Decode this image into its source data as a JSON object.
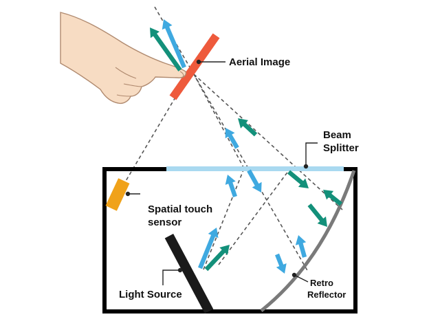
{
  "labels": {
    "aerial_image": "Aerial Image",
    "beam_splitter_line1": "Beam",
    "beam_splitter_line2": "Splitter",
    "spatial_touch_line1": "Spatial touch",
    "spatial_touch_line2": "sensor",
    "light_source": "Light Source",
    "retro_line1": "Retro",
    "retro_line2": "Reflector"
  },
  "colors": {
    "light_blue_arrow": "#3fa9e0",
    "green_arrow": "#13907a",
    "aerial_image": "#ee5a3c",
    "sensor": "#f0a21a",
    "beam_splitter": "#a9d9f0",
    "retro_reflector": "#7a7a7a",
    "light_source": "#1a1a1a",
    "box_outline": "#000000",
    "dashed_ray": "#555555"
  },
  "icons": [
    "hand-pointing-icon"
  ]
}
